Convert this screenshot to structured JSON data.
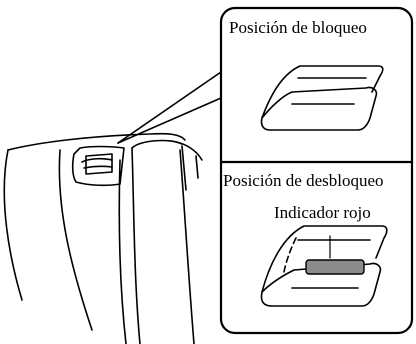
{
  "labels": {
    "lock_position": "Posición de bloqueo",
    "unlock_position": "Posición de desbloqueo",
    "red_indicator": "Indicador rojo"
  },
  "colors": {
    "line": "#000000",
    "indicator": "#8c8c8c",
    "background": "#ffffff"
  }
}
